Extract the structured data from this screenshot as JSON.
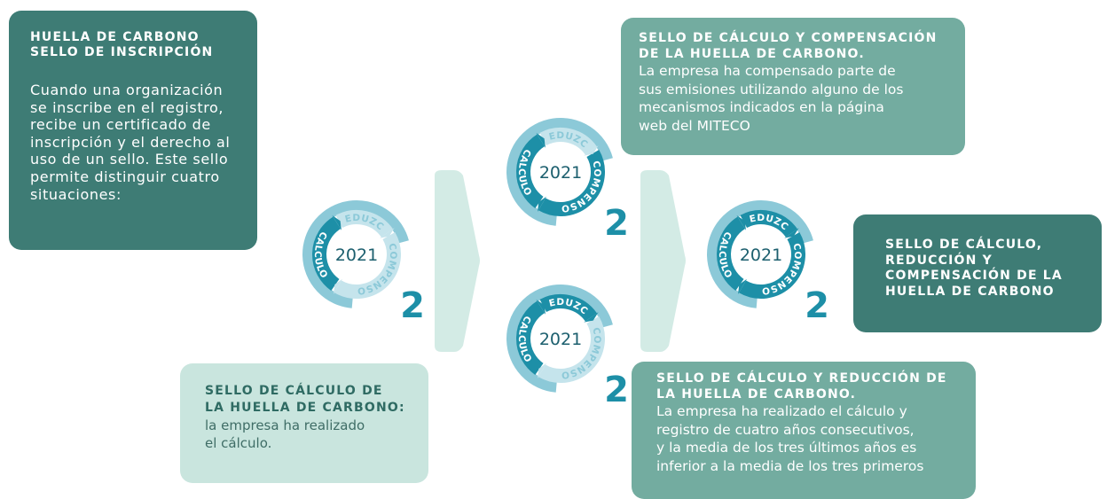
{
  "inscripcion": {
    "title": [
      "HUELLA DE CARBONO",
      "SELLO DE INSCRIPCIÓN"
    ],
    "body": [
      "Cuando una organización",
      "se inscribe en el registro,",
      "recibe un certificado de",
      "inscripción y el derecho al",
      "uso de un sello.  Este sello",
      "permite distinguir cuatro",
      "situaciones:"
    ]
  },
  "calculo": {
    "title": [
      "SELLO DE CÁLCULO DE",
      "LA HUELLA DE CARBONO:"
    ],
    "body": [
      "la empresa ha realizado",
      "el cálculo."
    ]
  },
  "compensacion": {
    "title": [
      "SELLO DE CÁLCULO Y COMPENSACIÓN",
      "DE LA HUELLA DE CARBONO."
    ],
    "body": [
      "La empresa ha compensado parte de",
      "sus emisiones utilizando alguno de los",
      "mecanismos indicados en la página",
      "web del MITECO"
    ]
  },
  "completo": {
    "title": [
      "SELLO DE CÁLCULO,",
      "REDUCCIÓN Y",
      "COMPENSACIÓN DE LA",
      "HUELLA DE CARBONO"
    ]
  },
  "reduccion": {
    "title": [
      "SELLO DE CÁLCULO Y REDUCCIÓN DE",
      "LA  HUELLA DE CARBONO."
    ],
    "body": [
      "La empresa ha realizado el cálculo y",
      "registro de cuatro años consecutivos,",
      "y la media de los tres últimos años es",
      "inferior a la media de los tres primeros"
    ]
  },
  "seal": {
    "year": "2021",
    "number": "2",
    "label_reduzco": "REDUZCO",
    "label_compenso": "COMPENSO",
    "label_calculo": "CALCULO"
  },
  "colors": {
    "dark_teal": "#3e7c75",
    "mid_teal": "#73aca0",
    "light_mint": "#c9e5de",
    "seal_blue": "#1d8fa7",
    "seal_light": "#8cc9d8",
    "seal_pale": "#c5e4ec",
    "arrow": "#d3ebe5"
  }
}
